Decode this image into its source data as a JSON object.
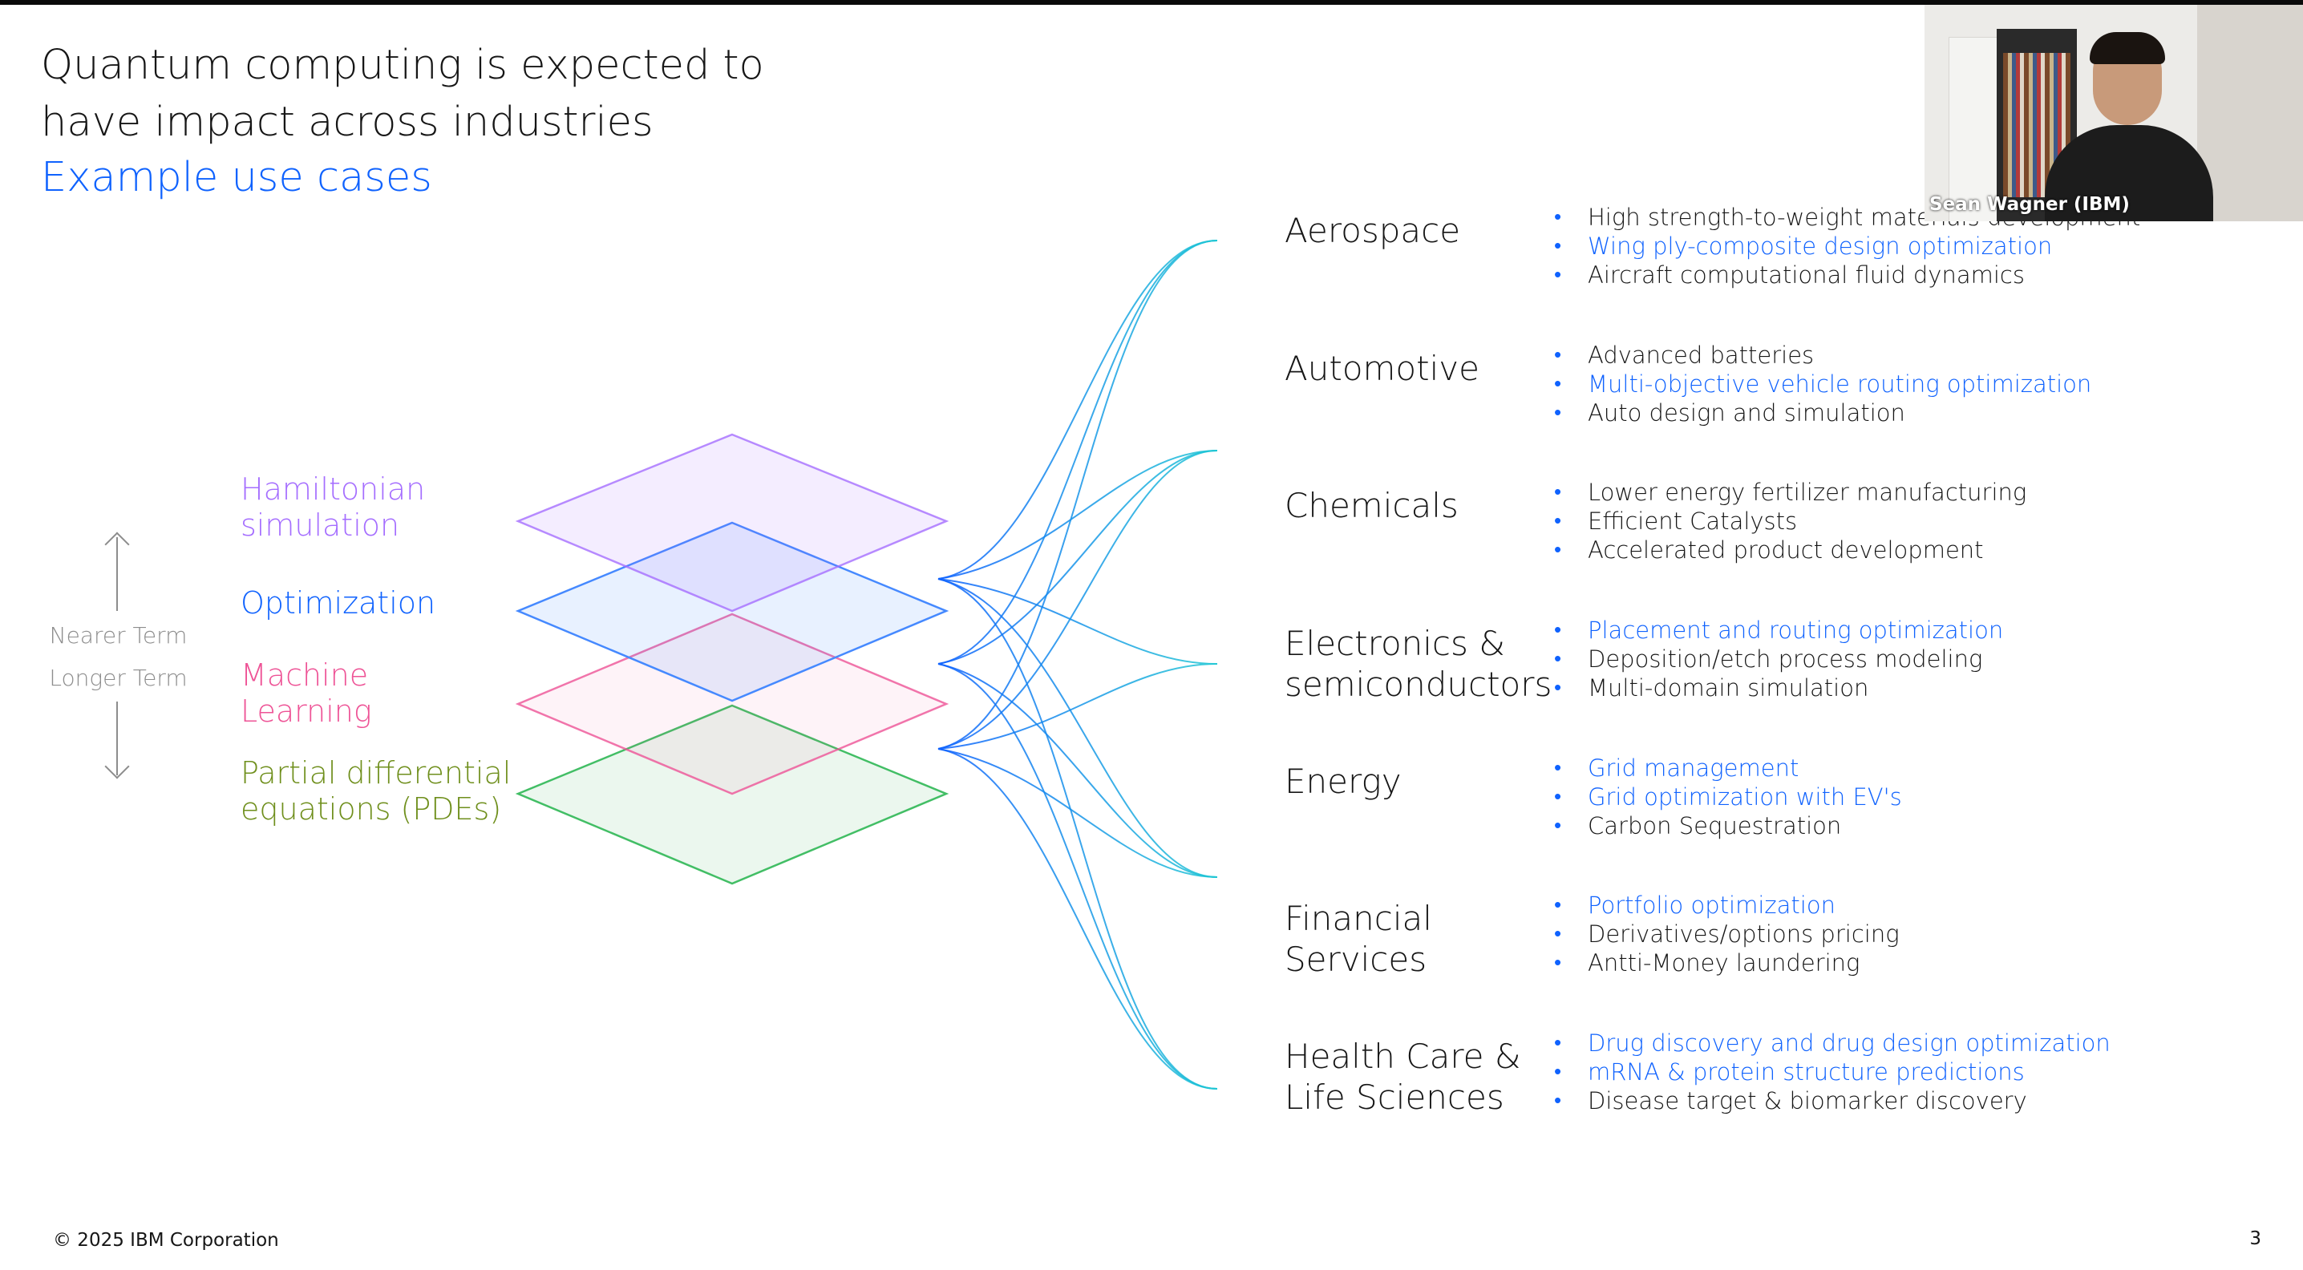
{
  "slide": {
    "title": "Quantum computing is expected to\nhave impact across industries",
    "subtitle": "Example use cases",
    "footer": "© 2025 IBM Corporation",
    "page_number": "3"
  },
  "timeline": {
    "nearer": "Nearer Term",
    "longer": "Longer Term"
  },
  "categories": [
    {
      "label": "Hamiltonian\nsimulation",
      "color": "#a56eff"
    },
    {
      "label": "Optimization",
      "color": "#0f62fe"
    },
    {
      "label": "Machine\nLearning",
      "color": "#ee5396"
    },
    {
      "label": "Partial differential\nequations (PDEs)",
      "color": "#6f8f1c"
    }
  ],
  "industries": [
    {
      "name": "Aerospace",
      "items": [
        {
          "text": "High strength-to-weight materials development",
          "highlight": false
        },
        {
          "text": "Wing ply-composite design optimization",
          "highlight": true
        },
        {
          "text": "Aircraft computational fluid dynamics",
          "highlight": false
        }
      ]
    },
    {
      "name": "Automotive",
      "items": [
        {
          "text": "Advanced batteries",
          "highlight": false
        },
        {
          "text": "Multi-objective vehicle routing optimization",
          "highlight": true
        },
        {
          "text": "Auto design and simulation",
          "highlight": false
        }
      ]
    },
    {
      "name": "Chemicals",
      "items": [
        {
          "text": "Lower energy fertilizer manufacturing",
          "highlight": false
        },
        {
          "text": "Efficient Catalysts",
          "highlight": false
        },
        {
          "text": "Accelerated product development",
          "highlight": false
        }
      ]
    },
    {
      "name": "Electronics &\nsemiconductors",
      "items": [
        {
          "text": "Placement and routing optimization",
          "highlight": true
        },
        {
          "text": "Deposition/etch process modeling",
          "highlight": false
        },
        {
          "text": "Multi-domain simulation",
          "highlight": false
        }
      ]
    },
    {
      "name": "Energy",
      "items": [
        {
          "text": "Grid management",
          "highlight": true
        },
        {
          "text": "Grid optimization with EV's",
          "highlight": true
        },
        {
          "text": "Carbon Sequestration",
          "highlight": false
        }
      ]
    },
    {
      "name": "Financial\nServices",
      "items": [
        {
          "text": "Portfolio optimization",
          "highlight": true
        },
        {
          "text": "Derivatives/options pricing",
          "highlight": false
        },
        {
          "text": "Antti-Money laundering",
          "highlight": false
        }
      ]
    },
    {
      "name": "Health Care &\nLife Sciences",
      "items": [
        {
          "text": "Drug discovery and drug design optimization",
          "highlight": true
        },
        {
          "text": "mRNA & protein structure predictions",
          "highlight": true
        },
        {
          "text": "Disease target & biomarker discovery",
          "highlight": false
        }
      ]
    }
  ],
  "video": {
    "participant_name": "Sean Wagner (IBM)"
  },
  "colors": {
    "accent": "#0f62fe",
    "hamiltonian": "#a56eff",
    "optimization": "#0f62fe",
    "ml": "#ee5396",
    "pde": "#24a148"
  }
}
